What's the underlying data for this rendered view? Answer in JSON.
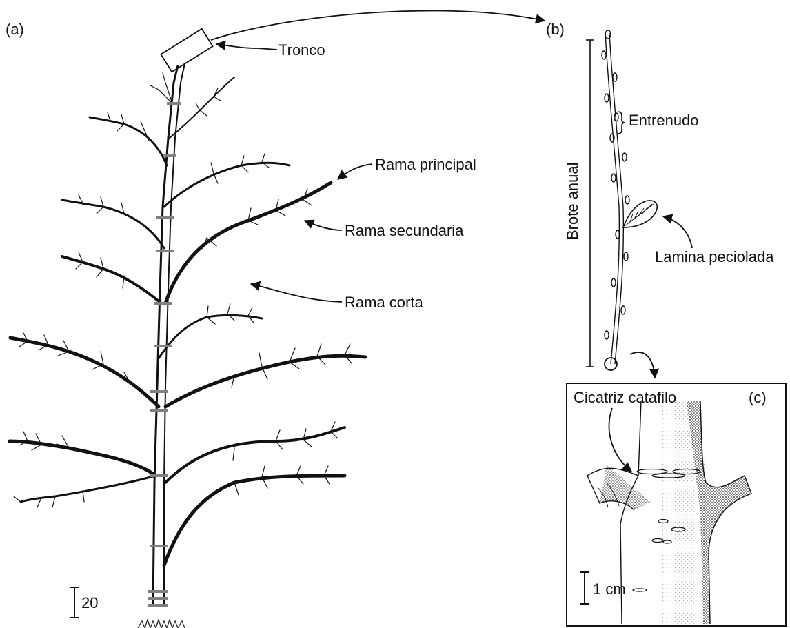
{
  "panels": {
    "a": "(a)",
    "b": "(b)",
    "c": "(c)"
  },
  "labels": {
    "tronco": "Tronco",
    "rama_principal": "Rama principal",
    "rama_secundaria": "Rama secundaria",
    "rama_corta": "Rama corta",
    "entrenudo": "Entrenudo",
    "brote_anual": "Brote anual",
    "lamina_peciolada": "Lamina peciolada",
    "cicatriz_catafilo": "Cicatriz catafilo"
  },
  "scale_bars": {
    "a": "20",
    "c": "1 cm"
  },
  "colors": {
    "ink": "#111111",
    "background": "#ffffff",
    "node_marker": "#808080"
  }
}
